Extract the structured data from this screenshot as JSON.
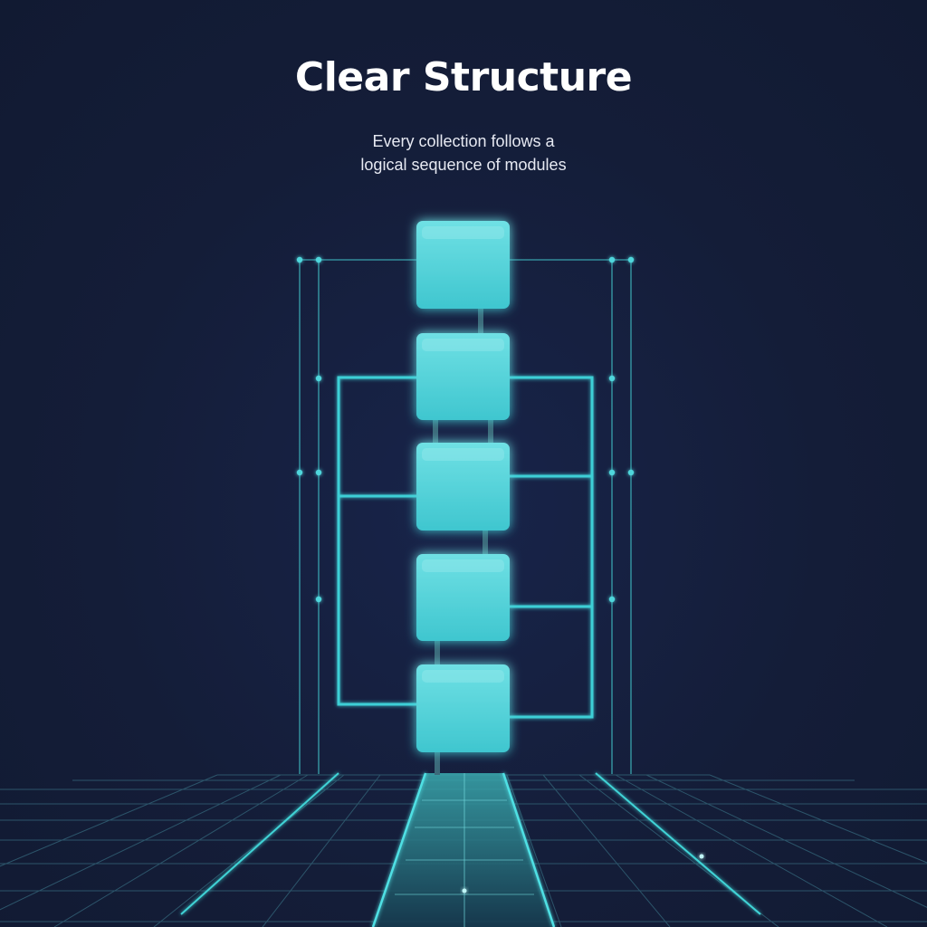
{
  "header": {
    "title": "Clear Structure",
    "subtitle_lines": [
      "Every collection follows a",
      "logical sequence of modules"
    ]
  },
  "colors": {
    "background": "#141d38",
    "accent": "#3ccfd6",
    "module_fill": "#4fd2d8",
    "line": "#33c4c8",
    "grid": "#2d5a6e"
  },
  "diagram": {
    "modules_count": 5
  }
}
